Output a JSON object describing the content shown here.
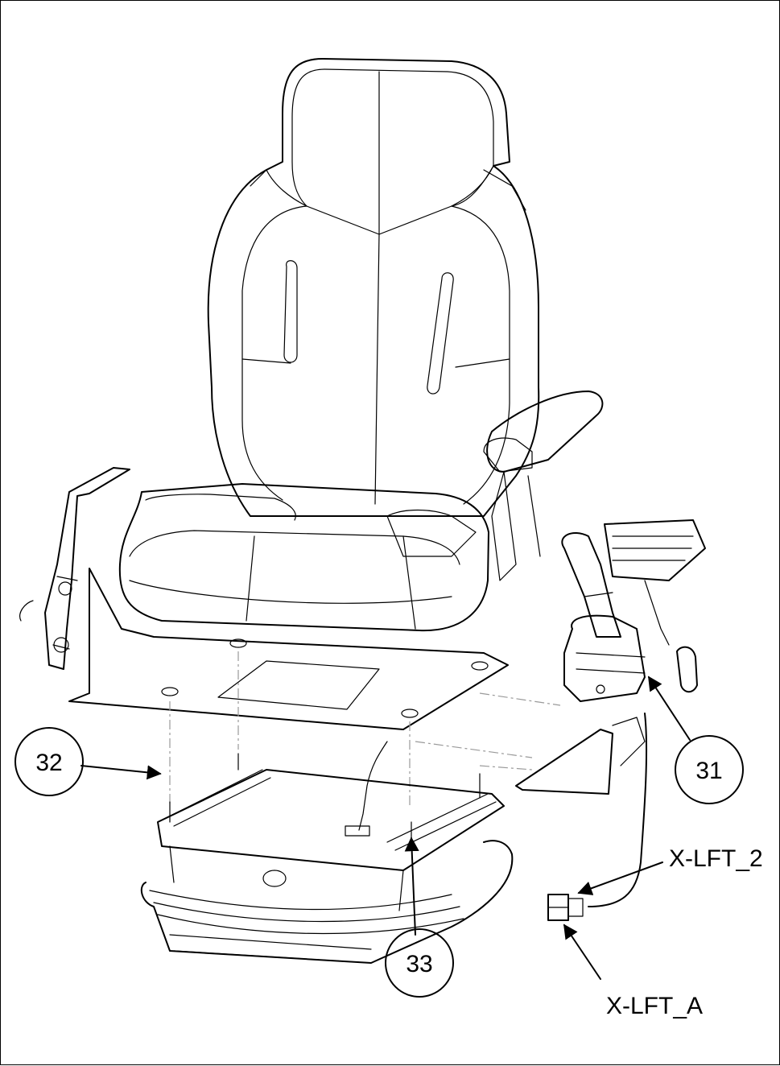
{
  "callouts": [
    {
      "id": "31",
      "label": "31"
    },
    {
      "id": "32",
      "label": "32"
    },
    {
      "id": "33",
      "label": "33"
    }
  ],
  "connectors": [
    {
      "id": "x-lft-2",
      "label": "X-LFT_2"
    },
    {
      "id": "x-lft-a",
      "label": "X-LFT_A"
    }
  ],
  "colors": {
    "line": "#000000",
    "phantom": "#9a9a9a",
    "background": "#ffffff"
  }
}
